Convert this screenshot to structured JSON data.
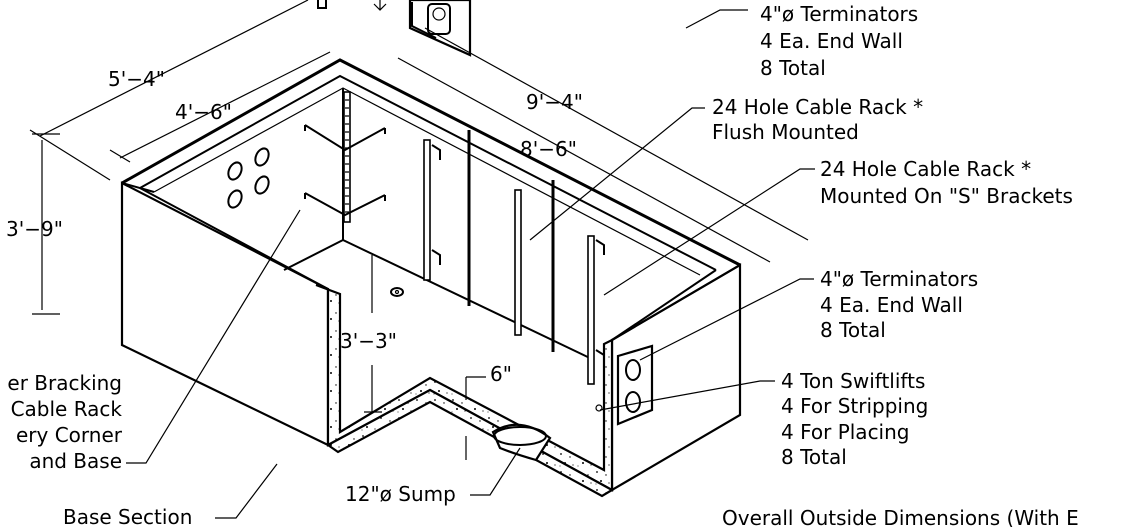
{
  "dimensions": {
    "outer_width": "5'−4\"",
    "inner_width": "4'−6\"",
    "outer_length": "9'−4\"",
    "inner_length": "8'−6\"",
    "outer_height": "3'−9\"",
    "inner_height": "3'−3\"",
    "floor_thickness": "6\""
  },
  "callouts": {
    "terminators_top": [
      "4\"ø Terminators",
      "4 Ea. End Wall",
      "8 Total"
    ],
    "rack_flush": [
      "24 Hole Cable Rack *",
      "Flush Mounted"
    ],
    "rack_brackets": [
      "24 Hole Cable Rack *",
      "Mounted On \"S\" Brackets"
    ],
    "terminators_right": [
      "4\"ø Terminators",
      "4 Ea. End Wall",
      "8 Total"
    ],
    "swiftlifts": [
      "4 Ton Swiftlifts",
      "4 For Stripping",
      "4 For Placing",
      "8 Total"
    ],
    "corner_bracing": [
      "er Bracking",
      "Cable Rack",
      "ery Corner",
      "and Base"
    ],
    "base_section": "Base Section",
    "sump": "12\"ø Sump",
    "overall_note": "Overall Outside Dimensions (With E"
  }
}
